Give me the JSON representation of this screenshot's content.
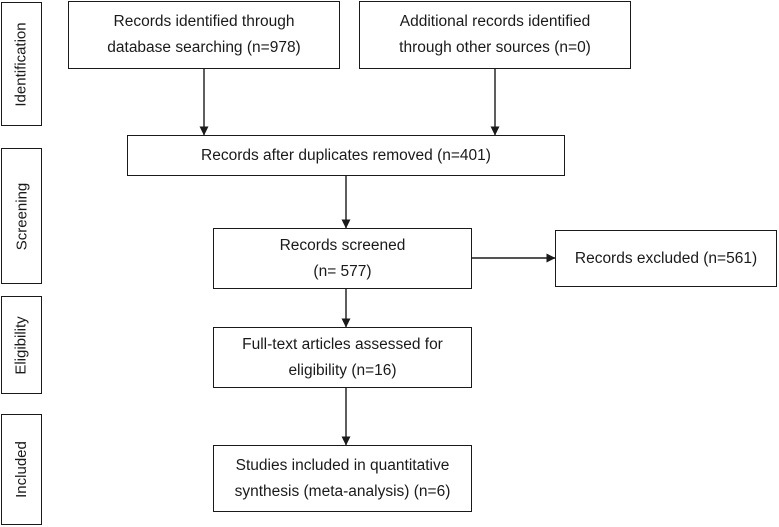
{
  "stages": {
    "identification": "Identification",
    "screening": "Screening",
    "eligibility": "Eligibility",
    "included": "Included"
  },
  "boxes": {
    "database_records": {
      "line1": "Records identified through",
      "line2": "database searching (n=978)"
    },
    "other_records": {
      "line1": "Additional records identified",
      "line2": "through other sources (n=0)"
    },
    "after_duplicates": {
      "line1": "Records after duplicates removed (n=401)"
    },
    "screened": {
      "line1": "Records screened",
      "line2": "(n= 577)"
    },
    "excluded": {
      "line1": "Records excluded (n=561)"
    },
    "full_text": {
      "line1": "Full-text articles assessed for",
      "line2": "eligibility (n=16)"
    },
    "included_studies": {
      "line1": "Studies included in quantitative",
      "line2": "synthesis (meta-analysis) (n=6)"
    }
  }
}
